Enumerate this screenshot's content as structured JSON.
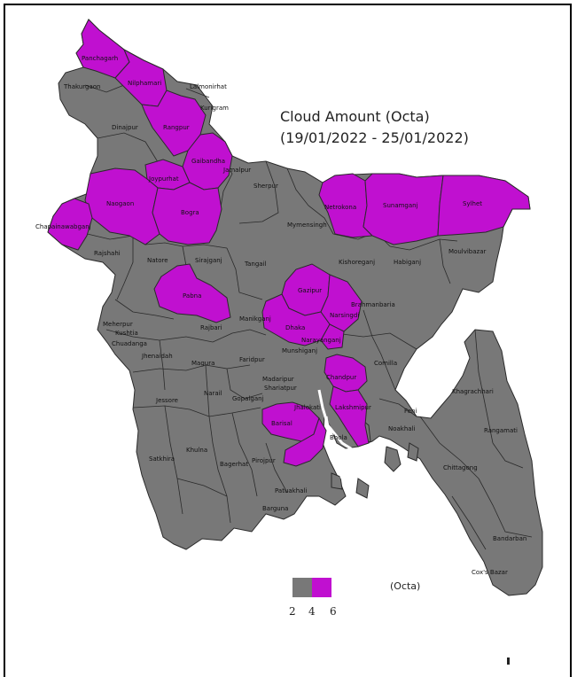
{
  "title": {
    "line1": "Cloud Amount (Octa)",
    "line2": "(19/01/2022 - 25/01/2022)"
  },
  "legend": {
    "unit": "(Octa)",
    "ticks": [
      "2",
      "4",
      "6"
    ],
    "classes": [
      {
        "range": "2-4",
        "color": "#787878"
      },
      {
        "range": "4-6",
        "color": "#c010d0"
      }
    ]
  },
  "colors": {
    "low": "#787878",
    "high": "#c010d0",
    "border": "#2a2a2a",
    "water": "#ffffff"
  },
  "districts": [
    {
      "name": "Panchagarh",
      "class": "high"
    },
    {
      "name": "Thakurgaon",
      "class": "low"
    },
    {
      "name": "Nilphamari",
      "class": "high"
    },
    {
      "name": "Lalmonirhat",
      "class": "low"
    },
    {
      "name": "Kurigram",
      "class": "low"
    },
    {
      "name": "Dinajpur",
      "class": "low"
    },
    {
      "name": "Rangpur",
      "class": "high"
    },
    {
      "name": "Gaibandha",
      "class": "high"
    },
    {
      "name": "Joypurhat",
      "class": "high"
    },
    {
      "name": "Naogaon",
      "class": "high"
    },
    {
      "name": "Bogra",
      "class": "high"
    },
    {
      "name": "Chapainawabganj",
      "class": "high"
    },
    {
      "name": "Jamalpur",
      "class": "low"
    },
    {
      "name": "Sherpur",
      "class": "low"
    },
    {
      "name": "Netrokona",
      "class": "high"
    },
    {
      "name": "Sunamganj",
      "class": "high"
    },
    {
      "name": "Sylhet",
      "class": "high"
    },
    {
      "name": "Mymensingh",
      "class": "low"
    },
    {
      "name": "Rajshahi",
      "class": "low"
    },
    {
      "name": "Natore",
      "class": "low"
    },
    {
      "name": "Sirajganj",
      "class": "low"
    },
    {
      "name": "Tangail",
      "class": "low"
    },
    {
      "name": "Kishoreganj",
      "class": "low"
    },
    {
      "name": "Habiganj",
      "class": "low"
    },
    {
      "name": "Moulvibazar",
      "class": "low"
    },
    {
      "name": "Pabna",
      "class": "high"
    },
    {
      "name": "Gazipur",
      "class": "high"
    },
    {
      "name": "Narsingdi",
      "class": "high"
    },
    {
      "name": "Brahmanbaria",
      "class": "low"
    },
    {
      "name": "Kushtia",
      "class": "low"
    },
    {
      "name": "Manikganj",
      "class": "low"
    },
    {
      "name": "Dhaka",
      "class": "high"
    },
    {
      "name": "Narayanganj",
      "class": "high"
    },
    {
      "name": "Meherpur",
      "class": "low"
    },
    {
      "name": "Rajbari",
      "class": "low"
    },
    {
      "name": "Munshiganj",
      "class": "low"
    },
    {
      "name": "Chuadanga",
      "class": "low"
    },
    {
      "name": "Jhenaidah",
      "class": "low"
    },
    {
      "name": "Magura",
      "class": "low"
    },
    {
      "name": "Faridpur",
      "class": "low"
    },
    {
      "name": "Comilla",
      "class": "low"
    },
    {
      "name": "Chandpur",
      "class": "high"
    },
    {
      "name": "Lakshmipur",
      "class": "high"
    },
    {
      "name": "Jessore",
      "class": "low"
    },
    {
      "name": "Narail",
      "class": "low"
    },
    {
      "name": "Gopalganj",
      "class": "low"
    },
    {
      "name": "Madaripur",
      "class": "low"
    },
    {
      "name": "Shariatpur",
      "class": "low"
    },
    {
      "name": "Khagrachhari",
      "class": "low"
    },
    {
      "name": "Feni",
      "class": "low"
    },
    {
      "name": "Noakhali",
      "class": "low"
    },
    {
      "name": "Barisal",
      "class": "high"
    },
    {
      "name": "Jhalokati",
      "class": "high"
    },
    {
      "name": "Bhola",
      "class": "high"
    },
    {
      "name": "Rangamati",
      "class": "low"
    },
    {
      "name": "Satkhira",
      "class": "low"
    },
    {
      "name": "Khulna",
      "class": "low"
    },
    {
      "name": "Bagerhat",
      "class": "low"
    },
    {
      "name": "Pirojpur",
      "class": "low"
    },
    {
      "name": "Patuakhali",
      "class": "low"
    },
    {
      "name": "Barguna",
      "class": "low"
    },
    {
      "name": "Chittagong",
      "class": "low"
    },
    {
      "name": "Bandarban",
      "class": "low"
    },
    {
      "name": "Cox's Bazar",
      "class": "low"
    }
  ]
}
